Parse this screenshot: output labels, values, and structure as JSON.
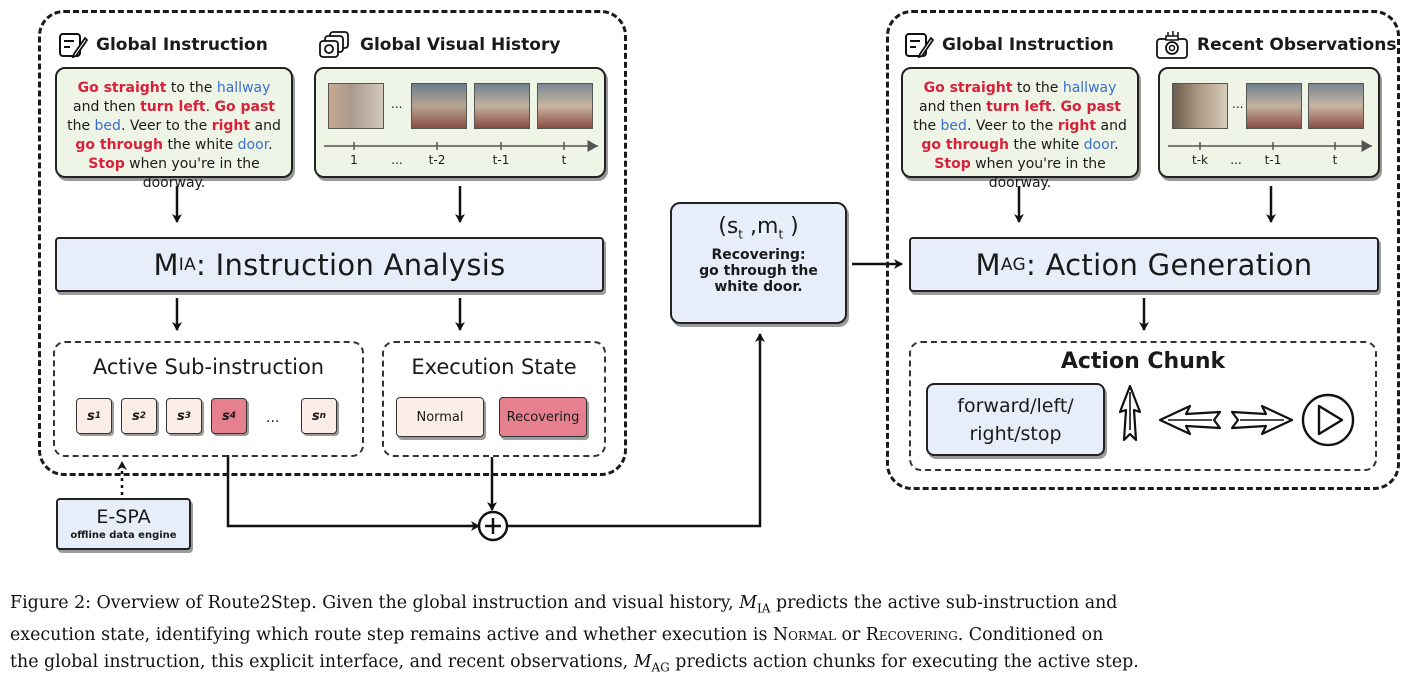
{
  "left_panel": {
    "global_instruction_header": "Global Instruction",
    "global_visual_history_header": "Global Visual History",
    "instruction": {
      "p1": "Go straight",
      "p2": " to the ",
      "p3": "hallway",
      "p4": " and then ",
      "p5": "turn left",
      "p6": ". ",
      "p7": "Go past",
      "p8": " the ",
      "p9": "bed",
      "p10": ". Veer to the ",
      "p11": "right",
      "p12": " and ",
      "p13": "go through",
      "p14": " the white ",
      "p15": "door",
      "p16": ". ",
      "p17": "Stop",
      "p18": " when you're in the doorway."
    },
    "timeline_labels": [
      "1",
      "...",
      "t-2",
      "t-1",
      "t"
    ],
    "thumb_ellipsis": "...",
    "module_name": "M",
    "module_sub": "IA",
    "module_rest": ": Instruction Analysis",
    "active_sub_title": "Active Sub-instruction",
    "sub_tokens": [
      {
        "base": "s",
        "sub": "1"
      },
      {
        "base": "s",
        "sub": "2"
      },
      {
        "base": "s",
        "sub": "3"
      },
      {
        "base": "s",
        "sub": "4"
      },
      {
        "base": "s",
        "sub": "n"
      }
    ],
    "token_ellipsis": "...",
    "exec_state_title": "Execution State",
    "state_normal": "Normal",
    "state_recovering": "Recovering",
    "espa_title": "E-SPA",
    "espa_sub": "offline data engine"
  },
  "middle": {
    "tuple": "(s",
    "tuple_s_sub": "t",
    "tuple_mid": " ,m",
    "tuple_m_sub": "t",
    "tuple_end": " )",
    "line1": "Recovering:",
    "line2": "go through the",
    "line3": "white door."
  },
  "right_panel": {
    "global_instruction_header": "Global Instruction",
    "recent_obs_header": "Recent Observations",
    "timeline_labels": [
      "t-k",
      "...",
      "t-1",
      "t"
    ],
    "thumb_ellipsis": "...",
    "module_name": "M",
    "module_sub": "AG",
    "module_rest": ": Action Generation",
    "chunk_title": "Action Chunk",
    "chunk_line1": "forward/left/",
    "chunk_line2": "right/stop"
  },
  "caption": {
    "c1": "Figure 2: Overview of Route2Step. Given the global instruction and visual history, ",
    "m_ia": "M",
    "m_ia_sub": "IA",
    "c2": " predicts the active sub-instruction and",
    "c3": "execution state, identifying which route step remains active and whether execution is ",
    "normal": "Normal",
    "c4": " or ",
    "recovering": "Recovering",
    "c5": ". Conditioned on",
    "c6": "the global instruction, this explicit interface, and recent observations, ",
    "m_ag": "M",
    "m_ag_sub": "AG",
    "c7": " predicts action chunks for executing the active step."
  },
  "colors": {
    "instruction_bg": "#eef5e6",
    "module_bg": "#e7eef9",
    "keyword_red": "#d8213a",
    "keyword_blue": "#3a6fd0",
    "token_bg": "#fbeee6",
    "token_active": "#e7808e"
  },
  "icons": [
    "edit-note-icon",
    "photo-stack-icon",
    "camera-icon",
    "arrow-up-icon",
    "arrow-left-icon",
    "arrow-right-icon",
    "stop-play-icon"
  ]
}
